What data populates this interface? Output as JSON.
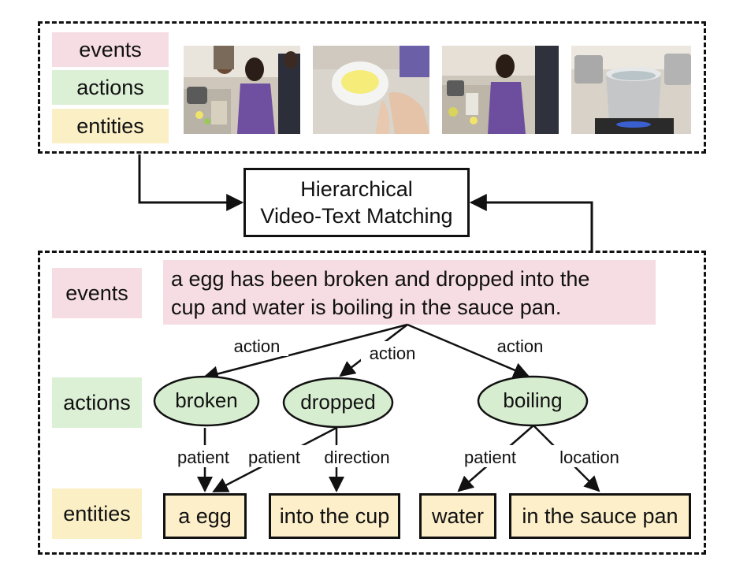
{
  "top_panel": {
    "legend": {
      "events": "events",
      "actions": "actions",
      "entities": "entities"
    }
  },
  "matching_box": {
    "line1": "Hierarchical",
    "line2": "Video-Text Matching"
  },
  "bottom_panel": {
    "row_labels": {
      "events": "events",
      "actions": "actions",
      "entities": "entities"
    },
    "event_sentence": {
      "line1": "a egg has been broken and dropped into the",
      "line2": "cup and water is boiling in the sauce pan."
    },
    "actions": [
      "broken",
      "dropped",
      "boiling"
    ],
    "entities": [
      "a egg",
      "into the cup",
      "water",
      "in the sauce pan"
    ],
    "edge_labels": {
      "action_left": "action",
      "action_mid": "action",
      "action_right": "action",
      "patient_broken": "patient",
      "patient_dropped": "patient",
      "direction": "direction",
      "patient_boiling": "patient",
      "location": "location"
    }
  },
  "colors": {
    "events": "#f6dde4",
    "actions": "#dcf0d6",
    "entities": "#fbefc6",
    "action_node": "#d7edd0",
    "entity_box": "#fdefc9"
  }
}
